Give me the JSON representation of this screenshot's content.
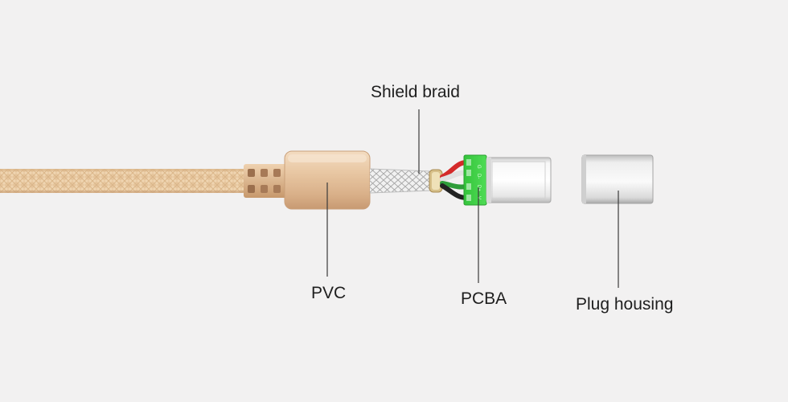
{
  "labels": {
    "shield_braid": "Shield braid",
    "pvc": "PVC",
    "pcba": "PCBA",
    "plug_housing": "Plug housing"
  },
  "pcba_pin_marks": [
    "G",
    "D-",
    "D+",
    "V"
  ],
  "colors": {
    "background": "#f2f1f1",
    "braided_cable": "#e8c9a0",
    "pvc_sleeve": "#e7c7a1",
    "pcba_board": "#3fcf45",
    "metal": "#d6d6d6",
    "leader_line": "#3a3a3a",
    "wire_red": "#d42a2a",
    "wire_black": "#222222",
    "wire_white": "#f4f4f4",
    "wire_green": "#2f9d3a"
  }
}
